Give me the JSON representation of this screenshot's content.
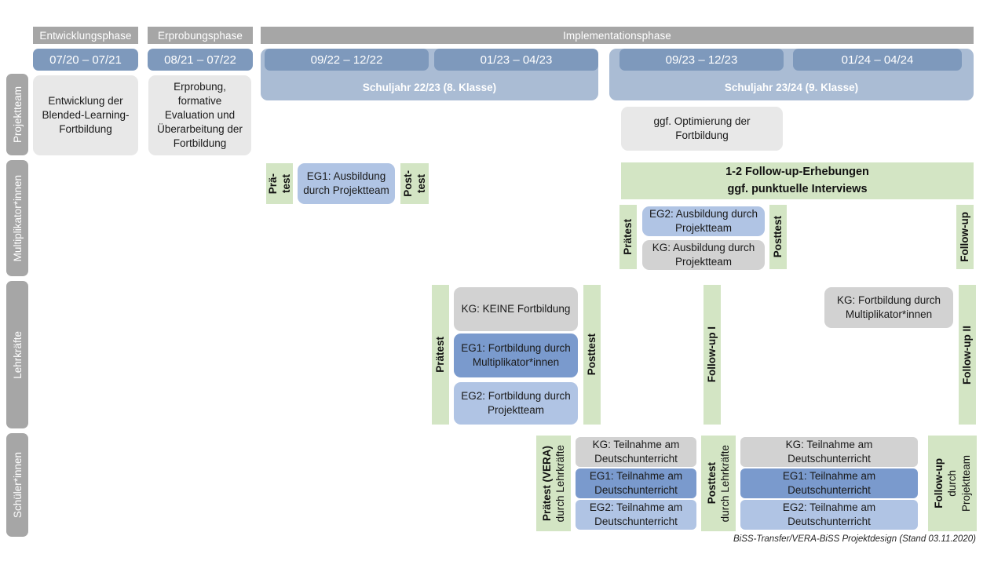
{
  "title": "BiSS-Transfer / VERA-BiSS Projektdesign",
  "colors": {
    "phase_bar": "#a6a6a6",
    "date_chip": "#7e99bc",
    "year_band": "#aabcd4",
    "row_label": "#a6a6a6",
    "box_grey": "#e8e8e8",
    "box_grey_dark": "#d2d2d2",
    "eg1_blue": "#7a9acd",
    "eg2_blue": "#b0c4e4",
    "test_green": "#d3e5c4",
    "background": "#ffffff"
  },
  "phases": [
    {
      "label": "Entwicklungsphase"
    },
    {
      "label": "Erprobungsphase"
    },
    {
      "label": "Implementationsphase"
    }
  ],
  "periods": [
    {
      "label": "07/20 – 07/21"
    },
    {
      "label": "08/21 – 07/22"
    },
    {
      "label": "09/22 – 12/22"
    },
    {
      "label": "01/23 – 04/23"
    },
    {
      "label": "09/23 – 12/23"
    },
    {
      "label": "01/24 – 04/24"
    }
  ],
  "school_years": [
    {
      "label": "Schuljahr 22/23 (8. Klasse)"
    },
    {
      "label": "Schuljahr 23/24 (9. Klasse)"
    }
  ],
  "rows": [
    {
      "label": "Projektteam"
    },
    {
      "label": "Multiplikator*innen"
    },
    {
      "label": "Lehrkräfte"
    },
    {
      "label": "Schüler*innen"
    }
  ],
  "projektteam": {
    "entwicklung": "Entwicklung der Blended-Learning-Fortbildung",
    "erprobung": "Erprobung, formative Evaluation und Überarbeitung der Fortbildung",
    "optimierung": "ggf. Optimierung der Fortbildung"
  },
  "multiplikatoren": {
    "praetest_1_line1": "Prä-",
    "praetest_1_line2": "test",
    "eg1": "EG1: Ausbildung durch Projektteam",
    "posttest_1_line1": "Post-",
    "posttest_1_line2": "test",
    "banner_line1": "1-2 Follow-up-Erhebungen",
    "banner_line2": "ggf. punktuelle Interviews",
    "praetest_2": "Prätest",
    "eg2": "EG2: Ausbildung durch Projektteam",
    "kg": "KG: Ausbildung durch Projektteam",
    "posttest_2": "Posttest",
    "followup": "Follow-up"
  },
  "lehrkraefte": {
    "praetest": "Prätest",
    "kg": "KG:  KEINE Fortbildung",
    "eg1": "EG1: Fortbildung durch Multiplikator*innen",
    "eg2": "EG2: Fortbildung durch Projektteam",
    "posttest": "Posttest",
    "followup_1": "Follow-up I",
    "kg_fortbildung": "KG: Fortbildung durch Multiplikator*innen",
    "followup_2": "Follow-up II"
  },
  "schueler": {
    "praetest_main": "Prätest (VERA)",
    "praetest_sub": "durch Lehrkräfte",
    "kg_1": "KG: Teilnahme am Deutschunterricht",
    "eg1_1": "EG1: Teilnahme am Deutschunterricht",
    "eg2_1": "EG2: Teilnahme am Deutschunterricht",
    "posttest_main": "Posttest",
    "posttest_sub": "durch Lehrkräfte",
    "kg_2": "KG: Teilnahme am Deutschunterricht",
    "eg1_2": "EG1: Teilnahme am Deutschunterricht",
    "eg2_2": "EG2: Teilnahme am Deutschunterricht",
    "followup_main": "Follow-up",
    "followup_sub1": "durch",
    "followup_sub2": "Projektteam"
  },
  "footer": "BiSS-Transfer/VERA-BiSS Projektdesign (Stand 03.11.2020)"
}
